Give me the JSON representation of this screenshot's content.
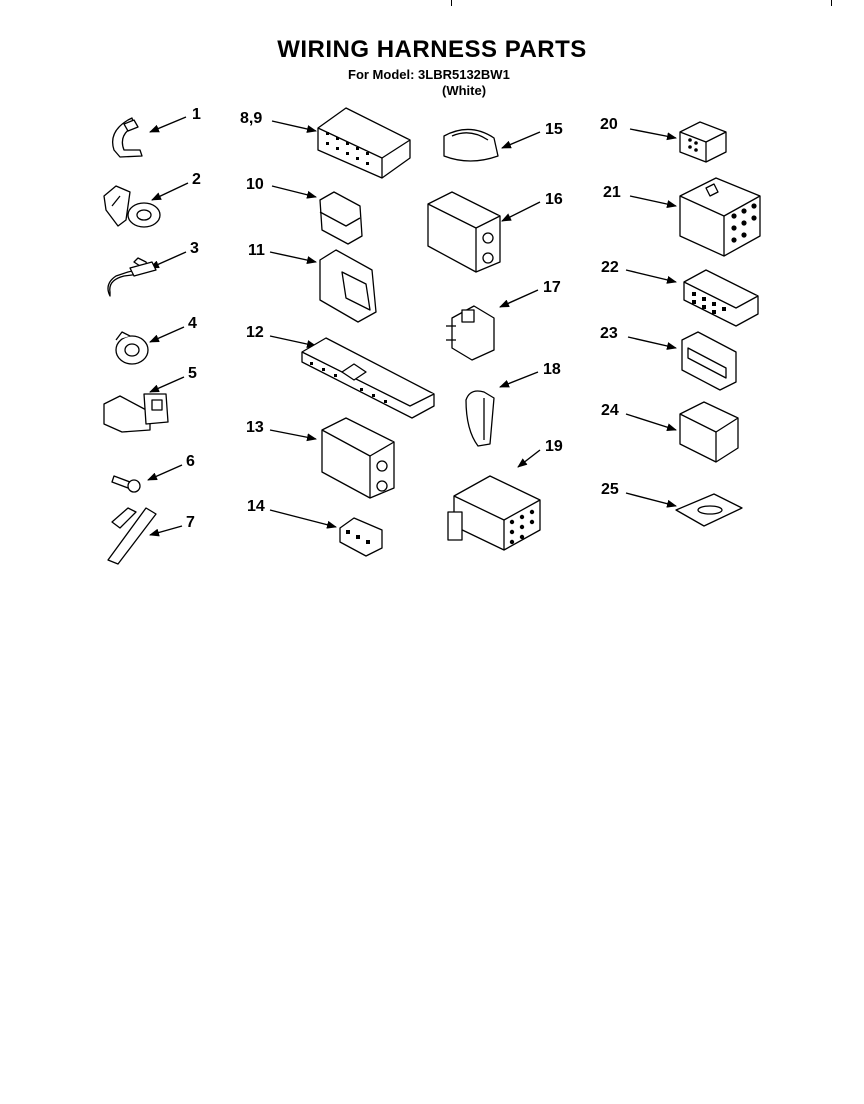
{
  "header": {
    "title": "WIRING HARNESS PARTS",
    "model_line": "For Model: 3LBR5132BW1",
    "color_line": "(White)"
  },
  "callouts": [
    {
      "id": "c1",
      "text": "1"
    },
    {
      "id": "c2",
      "text": "2"
    },
    {
      "id": "c3",
      "text": "3"
    },
    {
      "id": "c4",
      "text": "4"
    },
    {
      "id": "c5",
      "text": "5"
    },
    {
      "id": "c6",
      "text": "6"
    },
    {
      "id": "c7",
      "text": "7"
    },
    {
      "id": "c89",
      "text": "8,9"
    },
    {
      "id": "c10",
      "text": "10"
    },
    {
      "id": "c11",
      "text": "11"
    },
    {
      "id": "c12",
      "text": "12"
    },
    {
      "id": "c13",
      "text": "13"
    },
    {
      "id": "c14",
      "text": "14"
    },
    {
      "id": "c15",
      "text": "15"
    },
    {
      "id": "c16",
      "text": "16"
    },
    {
      "id": "c17",
      "text": "17"
    },
    {
      "id": "c18",
      "text": "18"
    },
    {
      "id": "c19",
      "text": "19"
    },
    {
      "id": "c20",
      "text": "20"
    },
    {
      "id": "c21",
      "text": "21"
    },
    {
      "id": "c22",
      "text": "22"
    },
    {
      "id": "c23",
      "text": "23"
    },
    {
      "id": "c24",
      "text": "24"
    },
    {
      "id": "c25",
      "text": "25"
    }
  ]
}
